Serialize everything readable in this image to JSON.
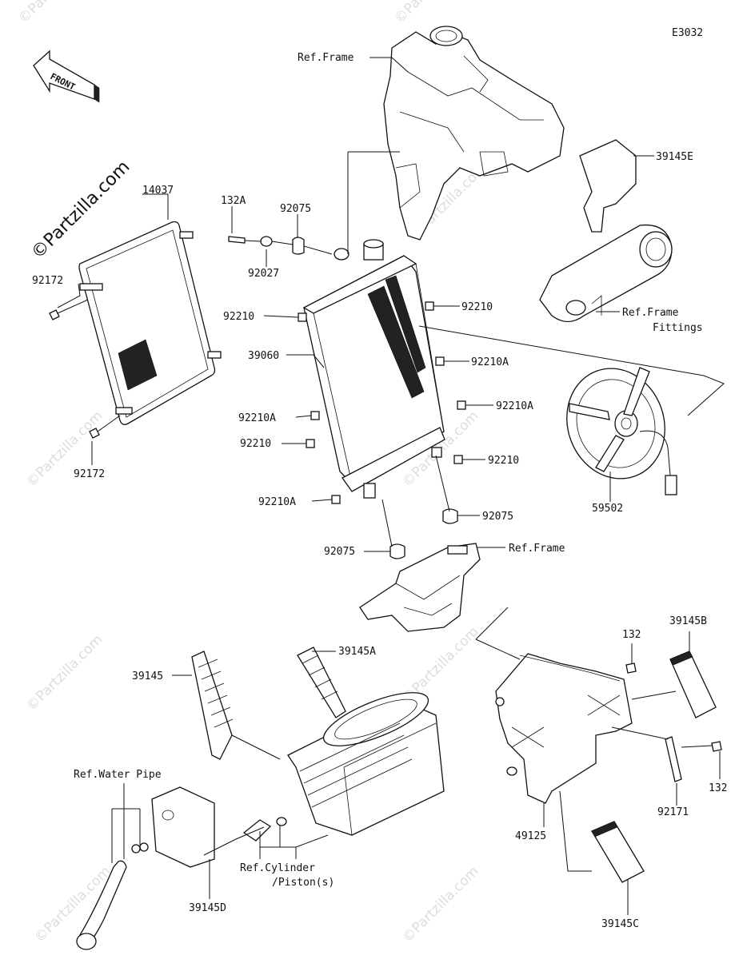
{
  "diagram_code": "E3032",
  "front_label": "FRONT",
  "watermark": "©Partzilla.com",
  "parts": {
    "p14037": "14037",
    "p132A": "132A",
    "p92075_top": "92075",
    "p92027": "92027",
    "p92172_top": "92172",
    "p92172_bot": "92172",
    "p92210_l1": "92210",
    "p39060": "39060",
    "p92210A_l1": "92210A",
    "p92210_l2": "92210",
    "p92210A_l2": "92210A",
    "p92210_r1": "92210",
    "p92210A_r1": "92210A",
    "p92210A_r2": "92210A",
    "p92210_r2": "92210",
    "p92075_r": "92075",
    "p92075_l": "92075",
    "p39145E": "39145E",
    "p59502": "59502",
    "p39145": "39145",
    "p39145A": "39145A",
    "p39145B": "39145B",
    "p132_a": "132",
    "p132_b": "132",
    "p92171": "92171",
    "p49125": "49125",
    "p39145C": "39145C",
    "p39145D": "39145D"
  },
  "refs": {
    "frame_top": "Ref.Frame",
    "frame_fittings_1": "Ref.Frame",
    "frame_fittings_2": "Fittings",
    "frame_mid": "Ref.Frame",
    "water_pipe": "Ref.Water Pipe",
    "cylinder_1": "Ref.Cylinder",
    "cylinder_2": "/Piston(s)"
  }
}
